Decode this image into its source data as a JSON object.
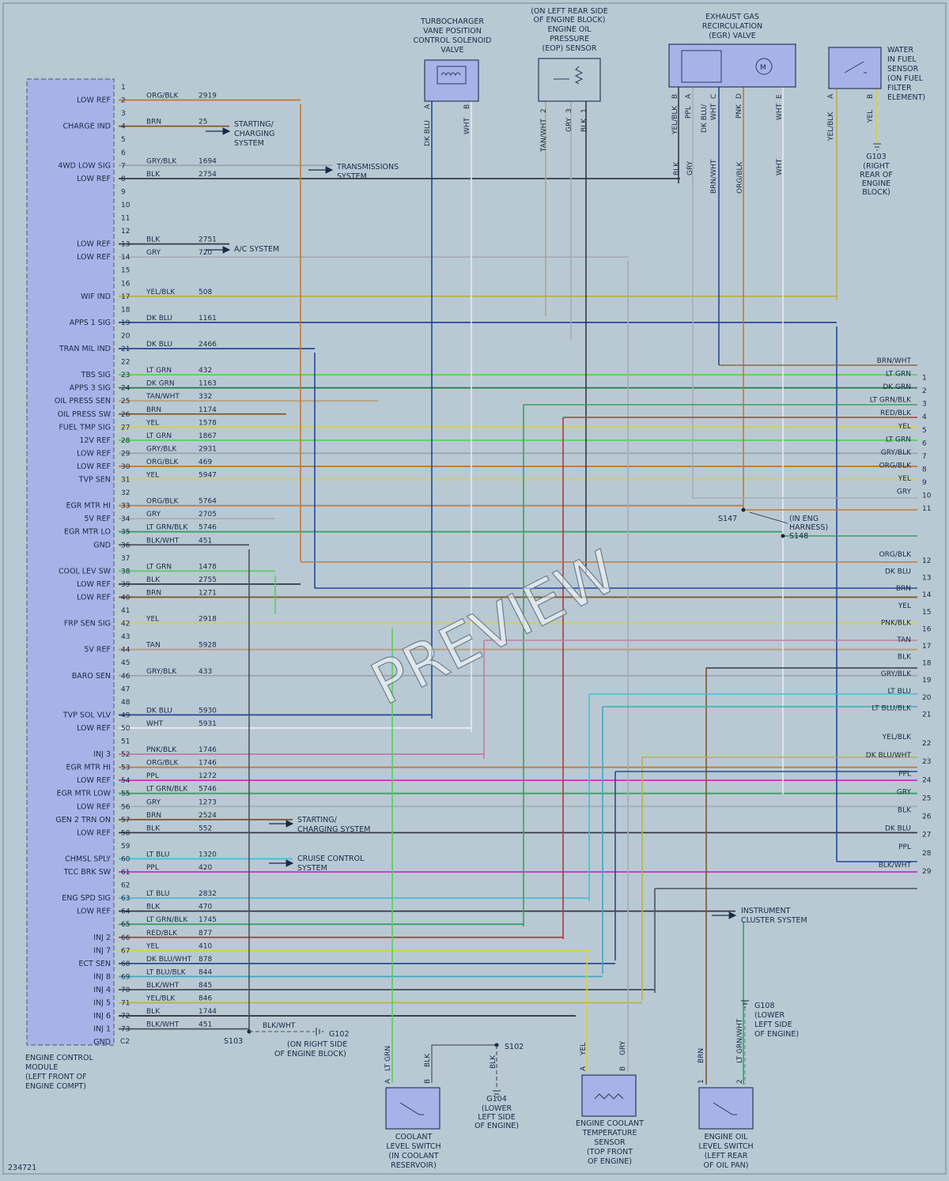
{
  "diagram_id": "234721",
  "watermark": "PREVIEW",
  "ecm": {
    "title": [
      "ENGINE CONTROL",
      "MODULE",
      "(LEFT FRONT OF",
      "ENGINE COMPT)"
    ],
    "connector": "C2"
  },
  "pins": [
    {
      "n": "1",
      "sig": "",
      "color": "",
      "circuit": "",
      "end": 0
    },
    {
      "n": "2",
      "sig": "LOW REF",
      "color": "ORG/BLK",
      "circuit": "2919",
      "hex": "#c07a3a",
      "end": 380
    },
    {
      "n": "3",
      "sig": "",
      "color": "",
      "circuit": "",
      "end": 0
    },
    {
      "n": "4",
      "sig": "CHARGE IND",
      "color": "BRN",
      "circuit": "25",
      "hex": "#7a5a2a",
      "end": 290
    },
    {
      "n": "5",
      "sig": "",
      "color": "",
      "circuit": "",
      "end": 0
    },
    {
      "n": "6",
      "sig": "",
      "color": "",
      "circuit": "",
      "end": 0
    },
    {
      "n": "7",
      "sig": "4WD LOW SIG",
      "color": "GRY/BLK",
      "circuit": "1694",
      "hex": "#9aa3ab",
      "end": 420
    },
    {
      "n": "8",
      "sig": "LOW REF",
      "color": "BLK",
      "circuit": "2754",
      "hex": "#333a44",
      "end": 860
    },
    {
      "n": "9",
      "sig": "",
      "color": "",
      "circuit": "",
      "end": 0
    },
    {
      "n": "10",
      "sig": "",
      "color": "",
      "circuit": "",
      "end": 0
    },
    {
      "n": "11",
      "sig": "",
      "color": "",
      "circuit": "",
      "end": 0
    },
    {
      "n": "12",
      "sig": "",
      "color": "",
      "circuit": "",
      "end": 0
    },
    {
      "n": "13",
      "sig": "LOW REF",
      "color": "BLK",
      "circuit": "2751",
      "hex": "#333a44",
      "end": 290
    },
    {
      "n": "14",
      "sig": "LOW REF",
      "color": "GRY",
      "circuit": "720",
      "hex": "#a5adb5",
      "end": 795
    },
    {
      "n": "15",
      "sig": "",
      "color": "",
      "circuit": "",
      "end": 0
    },
    {
      "n": "16",
      "sig": "",
      "color": "",
      "circuit": "",
      "end": 0
    },
    {
      "n": "17",
      "sig": "WIF IND",
      "color": "YEL/BLK",
      "circuit": "508",
      "hex": "#b8b24a",
      "end": 1058
    },
    {
      "n": "18",
      "sig": "",
      "color": "",
      "circuit": "",
      "end": 0
    },
    {
      "n": "19",
      "sig": "APPS 1 SIG",
      "color": "DK BLU",
      "circuit": "1161",
      "hex": "#23479a",
      "end": 1058
    },
    {
      "n": "20",
      "sig": "",
      "color": "",
      "circuit": "",
      "end": 0
    },
    {
      "n": "21",
      "sig": "TRAN MIL IND",
      "color": "DK BLU",
      "circuit": "2466",
      "hex": "#23479a",
      "end": 398
    },
    {
      "n": "22",
      "sig": "",
      "color": "",
      "circuit": "",
      "end": 0
    },
    {
      "n": "23",
      "sig": "TBS SIG",
      "color": "LT GRN",
      "circuit": "432",
      "hex": "#55d05a",
      "end": 1160
    },
    {
      "n": "24",
      "sig": "APPS 3 SIG",
      "color": "DK GRN",
      "circuit": "1163",
      "hex": "#247a40",
      "end": 1160
    },
    {
      "n": "25",
      "sig": "OIL PRESS SEN",
      "color": "TAN/WHT",
      "circuit": "332",
      "hex": "#b8a47e",
      "end": 478
    },
    {
      "n": "26",
      "sig": "OIL PRESS SW",
      "color": "BRN",
      "circuit": "1174",
      "hex": "#7a5a2a",
      "end": 362
    },
    {
      "n": "27",
      "sig": "FUEL TMP SIG",
      "color": "YEL",
      "circuit": "1578",
      "hex": "#d8d040",
      "end": 1160
    },
    {
      "n": "28",
      "sig": "12V REF",
      "color": "LT GRN",
      "circuit": "1867",
      "hex": "#55d05a",
      "end": 1160
    },
    {
      "n": "29",
      "sig": "LOW REF",
      "color": "GRY/BLK",
      "circuit": "2931",
      "hex": "#9aa3ab",
      "end": 1160
    },
    {
      "n": "30",
      "sig": "LOW REF",
      "color": "ORG/BLK",
      "circuit": "469",
      "hex": "#c07a3a",
      "end": 1160
    },
    {
      "n": "31",
      "sig": "TVP SEN",
      "color": "YEL",
      "circuit": "5947",
      "hex": "#d8d040",
      "end": 1160
    },
    {
      "n": "32",
      "sig": "",
      "color": "",
      "circuit": "",
      "end": 0
    },
    {
      "n": "33",
      "sig": "EGR MTR HI",
      "color": "ORG/BLK",
      "circuit": "5764",
      "hex": "#c07a3a",
      "end": 940
    },
    {
      "n": "34",
      "sig": "5V REF",
      "color": "GRY",
      "circuit": "2705",
      "hex": "#a5adb5",
      "end": 348
    },
    {
      "n": "35",
      "sig": "EGR MTR LO",
      "color": "LT GRN/BLK",
      "circuit": "5746",
      "hex": "#3aa060",
      "end": 990
    },
    {
      "n": "36",
      "sig": "GND",
      "color": "BLK/WHT",
      "circuit": "451",
      "hex": "#4a525c",
      "end": 315
    },
    {
      "n": "37",
      "sig": "",
      "color": "",
      "circuit": "",
      "end": 0
    },
    {
      "n": "38",
      "sig": "COOL LEV SW",
      "color": "LT GRN",
      "circuit": "1478",
      "hex": "#55d05a",
      "end": 348
    },
    {
      "n": "39",
      "sig": "LOW REF",
      "color": "BLK",
      "circuit": "2755",
      "hex": "#333a44",
      "end": 380
    },
    {
      "n": "40",
      "sig": "LOW REF",
      "color": "BRN",
      "circuit": "1271",
      "hex": "#7a5a2a",
      "end": 1160
    },
    {
      "n": "41",
      "sig": "",
      "color": "",
      "circuit": "",
      "end": 0
    },
    {
      "n": "42",
      "sig": "FRP SEN SIG",
      "color": "YEL",
      "circuit": "2918",
      "hex": "#d8d040",
      "end": 1160
    },
    {
      "n": "43",
      "sig": "",
      "color": "",
      "circuit": "",
      "end": 0
    },
    {
      "n": "44",
      "sig": "5V REF",
      "color": "TAN",
      "circuit": "5928",
      "hex": "#b89a6a",
      "end": 1160
    },
    {
      "n": "45",
      "sig": "",
      "color": "",
      "circuit": "",
      "end": 0
    },
    {
      "n": "46",
      "sig": "BARO SEN",
      "color": "GRY/BLK",
      "circuit": "433",
      "hex": "#9aa3ab",
      "end": 1160
    },
    {
      "n": "47",
      "sig": "",
      "color": "",
      "circuit": "",
      "end": 0
    },
    {
      "n": "48",
      "sig": "",
      "color": "",
      "circuit": "",
      "end": 0
    },
    {
      "n": "49",
      "sig": "TVP SOL VLV",
      "color": "DK BLU",
      "circuit": "5930",
      "hex": "#23479a",
      "end": 546
    },
    {
      "n": "50",
      "sig": "LOW REF",
      "color": "WHT",
      "circuit": "5931",
      "hex": "#e6eaee",
      "end": 596
    },
    {
      "n": "51",
      "sig": "",
      "color": "",
      "circuit": "",
      "end": 0
    },
    {
      "n": "52",
      "sig": "INJ 3",
      "color": "PNK/BLK",
      "circuit": "1746",
      "hex": "#c87aa8",
      "end": 612
    },
    {
      "n": "53",
      "sig": "EGR MTR HI",
      "color": "ORG/BLK",
      "circuit": "1746",
      "hex": "#c07a3a",
      "end": 1160
    },
    {
      "n": "54",
      "sig": "LOW REF",
      "color": "PPL",
      "circuit": "1272",
      "hex": "#c030c8",
      "end": 1160
    },
    {
      "n": "55",
      "sig": "EGR MTR LOW",
      "color": "LT GRN/BLK",
      "circuit": "5746",
      "hex": "#3aa060",
      "end": 1160
    },
    {
      "n": "56",
      "sig": "LOW REF",
      "color": "GRY",
      "circuit": "1273",
      "hex": "#a5adb5",
      "end": 1160
    },
    {
      "n": "57",
      "sig": "GEN 2 TRN ON",
      "color": "BRN",
      "circuit": "2524",
      "hex": "#7a5a2a",
      "end": 370
    },
    {
      "n": "58",
      "sig": "LOW REF",
      "color": "BLK",
      "circuit": "552",
      "hex": "#333a44",
      "end": 1160
    },
    {
      "n": "59",
      "sig": "",
      "color": "",
      "circuit": "",
      "end": 0
    },
    {
      "n": "60",
      "sig": "CHMSL SPLY",
      "color": "LT BLU",
      "circuit": "1320",
      "hex": "#40c0d8",
      "end": 370
    },
    {
      "n": "61",
      "sig": "TCC BRK SW",
      "color": "PPL",
      "circuit": "420",
      "hex": "#c030c8",
      "end": 1160
    },
    {
      "n": "62",
      "sig": "",
      "color": "",
      "circuit": "",
      "end": 0
    },
    {
      "n": "63",
      "sig": "ENG SPD SIG",
      "color": "LT BLU",
      "circuit": "2832",
      "hex": "#40c0d8",
      "end": 745
    },
    {
      "n": "64",
      "sig": "LOW REF",
      "color": "BLK",
      "circuit": "470",
      "hex": "#333a44",
      "end": 930
    },
    {
      "n": "65",
      "sig": "",
      "color": "LT GRN/BLK",
      "circuit": "1745",
      "hex": "#3aa060",
      "end": 662
    },
    {
      "n": "66",
      "sig": "INJ 2",
      "color": "RED/BLK",
      "circuit": "877",
      "hex": "#b03a3a",
      "end": 712
    },
    {
      "n": "67",
      "sig": "INJ 7",
      "color": "YEL",
      "circuit": "410",
      "hex": "#d8d040",
      "end": 745
    },
    {
      "n": "68",
      "sig": "ECT SEN",
      "color": "DK BLU/WHT",
      "circuit": "878",
      "hex": "#2a4a8a",
      "end": 778
    },
    {
      "n": "69",
      "sig": "INJ 8",
      "color": "LT BLU/BLK",
      "circuit": "844",
      "hex": "#40a8c0",
      "end": 762
    },
    {
      "n": "70",
      "sig": "INJ 4",
      "color": "BLK/WHT",
      "circuit": "845",
      "hex": "#4a525c",
      "end": 828
    },
    {
      "n": "71",
      "sig": "INJ 5",
      "color": "YEL/BLK",
      "circuit": "846",
      "hex": "#b8b24a",
      "end": 812
    },
    {
      "n": "72",
      "sig": "INJ 6",
      "color": "BLK",
      "circuit": "1744",
      "hex": "#333a44",
      "end": 728
    },
    {
      "n": "73",
      "sig": "INJ 1",
      "color": "BLK/WHT",
      "circuit": "451",
      "hex": "#4a525c",
      "end": 315
    },
    {
      "n": "",
      "sig": "GND",
      "color": "",
      "circuit": "",
      "end": 0
    }
  ],
  "harness_right": [
    {
      "n": "",
      "color": "BRN/WHT",
      "hex": "#8a6a4a"
    },
    {
      "n": "1",
      "color": "LT GRN",
      "hex": "#55d05a"
    },
    {
      "n": "2",
      "color": "DK GRN",
      "hex": "#247a40"
    },
    {
      "n": "3",
      "color": "LT GRN/BLK",
      "hex": "#3aa060"
    },
    {
      "n": "4",
      "color": "RED/BLK",
      "hex": "#b03a3a"
    },
    {
      "n": "5",
      "color": "YEL",
      "hex": "#d8d040"
    },
    {
      "n": "6",
      "color": "LT GRN",
      "hex": "#55d05a"
    },
    {
      "n": "7",
      "color": "GRY/BLK",
      "hex": "#9aa3ab"
    },
    {
      "n": "8",
      "color": "ORG/BLK",
      "hex": "#c07a3a"
    },
    {
      "n": "9",
      "color": "YEL",
      "hex": "#d8d040"
    },
    {
      "n": "10",
      "color": "GRY",
      "hex": "#a5adb5"
    },
    {
      "n": "11",
      "color": "",
      "hex": ""
    }
  ],
  "harness_right2": [
    {
      "n": "12",
      "color": "ORG/BLK",
      "hex": "#c07a3a"
    },
    {
      "n": "13",
      "color": "DK BLU",
      "hex": "#23479a"
    },
    {
      "n": "14",
      "color": "BRN",
      "hex": "#7a5a2a"
    },
    {
      "n": "15",
      "color": "YEL",
      "hex": "#d8d040"
    },
    {
      "n": "16",
      "color": "PNK/BLK",
      "hex": "#c87aa8"
    },
    {
      "n": "17",
      "color": "TAN",
      "hex": "#b89a6a"
    },
    {
      "n": "18",
      "color": "BLK",
      "hex": "#333a44"
    },
    {
      "n": "19",
      "color": "GRY/BLK",
      "hex": "#9aa3ab"
    },
    {
      "n": "20",
      "color": "LT BLU",
      "hex": "#40c0d8"
    },
    {
      "n": "21",
      "color": "LT BLU/BLK",
      "hex": "#40a8c0"
    },
    {
      "n": "22",
      "color": "YEL/BLK",
      "hex": "#b8b24a"
    },
    {
      "n": "23",
      "color": "DK BLU/WHT",
      "hex": "#2a4a8a"
    },
    {
      "n": "24",
      "color": "PPL",
      "hex": "#c030c8"
    },
    {
      "n": "25",
      "color": "GRY",
      "hex": "#a5adb5"
    },
    {
      "n": "26",
      "color": "BLK",
      "hex": "#333a44"
    },
    {
      "n": "27",
      "color": "DK BLU",
      "hex": "#23479a"
    },
    {
      "n": "28",
      "color": "PPL",
      "hex": "#c030c8"
    },
    {
      "n": "29",
      "color": "BLK/WHT",
      "hex": "#4a525c"
    }
  ],
  "components": {
    "turbo": [
      "TURBOCHARGER",
      "VANE POSITION",
      "CONTROL SOLENOID",
      "VALVE"
    ],
    "eop": [
      "(ON LEFT REAR SIDE",
      "OF ENGINE BLOCK)",
      "ENGINE OIL",
      "PRESSURE",
      "(EOP) SENSOR"
    ],
    "egr": [
      "EXHAUST GAS",
      "RECIRCULATION",
      "(EGR) VALVE"
    ],
    "wif": [
      "WATER",
      "IN FUEL",
      "SENSOR",
      "(ON FUEL",
      "FILTER",
      "ELEMENT)"
    ],
    "g103": [
      "G103",
      "(RIGHT",
      "REAR OF",
      "ENGINE",
      "BLOCK)"
    ],
    "coolant": [
      "COOLANT",
      "LEVEL SWITCH",
      "(IN COOLANT",
      "RESERVOIR)"
    ],
    "ect": [
      "ENGINE COOLANT",
      "TEMPERATURE",
      "SENSOR",
      "(TOP FRONT",
      "OF ENGINE)"
    ],
    "eol": [
      "ENGINE OIL",
      "LEVEL SWITCH",
      "(LEFT REAR",
      "OF OIL PAN)"
    ],
    "g104": [
      "G104",
      "(LOWER",
      "LEFT SIDE",
      "OF ENGINE)"
    ],
    "g108": [
      "G108",
      "(LOWER",
      "LEFT SIDE",
      "OF ENGINE)"
    ],
    "g102": [
      "G102",
      "(ON RIGHT SIDE",
      "OF ENGINE BLOCK)"
    ]
  },
  "systems": {
    "starting1": [
      "STARTING/",
      "CHARGING",
      "SYSTEM"
    ],
    "trans": [
      "TRANSMISSIONS",
      "SYSTEM"
    ],
    "ac": "A/C SYSTEM",
    "starting2": [
      "STARTING/",
      "CHARGING SYSTEM"
    ],
    "cruise": [
      "CRUISE CONTROL",
      "SYSTEM"
    ],
    "instrument": [
      "INSTRUMENT",
      "CLUSTER SYSTEM"
    ]
  },
  "splices": {
    "s147": "S147",
    "s148": "S148",
    "eng_harness": [
      "(IN ENG",
      "HARNESS)"
    ],
    "s103": "S103",
    "s102": "S102",
    "blkwht": "BLK/WHT"
  },
  "pin_labels": {
    "turbo": [
      "DK BLU",
      "A",
      "WHT",
      "B"
    ],
    "eop": [
      "TAN/WHT",
      "2",
      "GRY",
      "3",
      "BLK",
      "1"
    ],
    "egr": [
      "YEL/BLK",
      "B",
      "PPL",
      "A",
      "DK BLU/",
      "WHT",
      "C",
      "PNK",
      "D",
      "WHT",
      "E"
    ],
    "egr_below": [
      "BLK",
      "GRY",
      "BRN/WHT",
      "ORG/BLK",
      "WHT"
    ],
    "wif": [
      "YEL/BLK",
      "A",
      "YEL",
      "B"
    ],
    "coolant": [
      "LT GRN",
      "A",
      "BLK",
      "B"
    ],
    "s102_blk": "BLK",
    "ect": [
      "YEL",
      "A",
      "GRY",
      "B"
    ],
    "eol": [
      "BRN",
      "1",
      "LT GRN/WHT",
      "2"
    ]
  }
}
